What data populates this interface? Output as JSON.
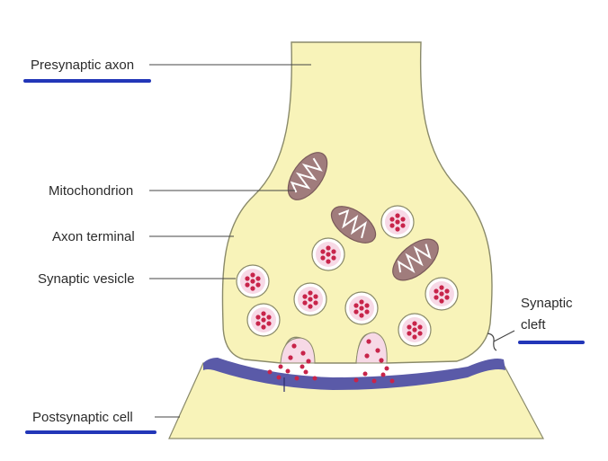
{
  "labels": {
    "presynaptic_axon": "Presynaptic axon",
    "mitochondrion": "Mitochondrion",
    "axon_terminal": "Axon terminal",
    "synaptic_vesicle": "Synaptic vesicle",
    "synaptic_cleft_line1": "Synaptic",
    "synaptic_cleft_line2": "cleft",
    "postsynaptic_cell": "Postsynaptic cell"
  },
  "colors": {
    "cytoplasm_fill": "#f8f3b9",
    "membrane_outline": "#8a8a6a",
    "postsynaptic_membrane": "#5a5aa8",
    "vesicle_fill": "#f7d9e6",
    "vesicle_dot": "#c8244a",
    "mitochondrion_fill": "#a07c7c",
    "highlight_underline": "#2236b8"
  }
}
